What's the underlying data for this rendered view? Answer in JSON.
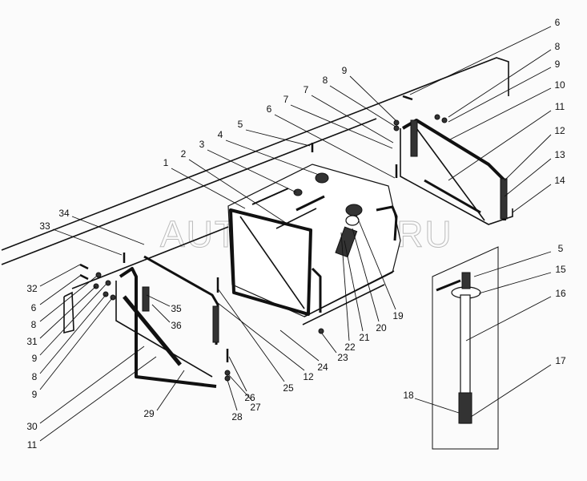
{
  "watermark": "AUTOPITER.RU",
  "labels": {
    "r_6": "6",
    "r_8": "8",
    "r_9": "9",
    "r_10": "10",
    "r_11": "11",
    "r_12": "12",
    "r_13": "13",
    "r_14": "14",
    "t_9": "9",
    "t_8": "8",
    "t_7a": "7",
    "t_7b": "7",
    "t_6": "6",
    "t_5": "5",
    "t_4": "4",
    "t_3": "3",
    "t_2": "2",
    "t_1": "1",
    "l_34": "34",
    "l_33": "33",
    "l_32": "32",
    "l_6": "6",
    "l_8a": "8",
    "l_31": "31",
    "l_9a": "9",
    "l_8b": "8",
    "l_9b": "9",
    "l_30": "30",
    "l_11": "11",
    "b_35": "35",
    "b_36": "36",
    "b_29": "29",
    "b_28": "28",
    "b_27": "27",
    "b_26": "26",
    "b_25": "25",
    "b_12": "12",
    "b_24": "24",
    "b_23": "23",
    "b_22": "22",
    "b_21": "21",
    "b_20": "20",
    "b_19": "19",
    "s_5": "5",
    "s_15": "15",
    "s_16": "16",
    "s_17": "17",
    "s_18": "18"
  }
}
